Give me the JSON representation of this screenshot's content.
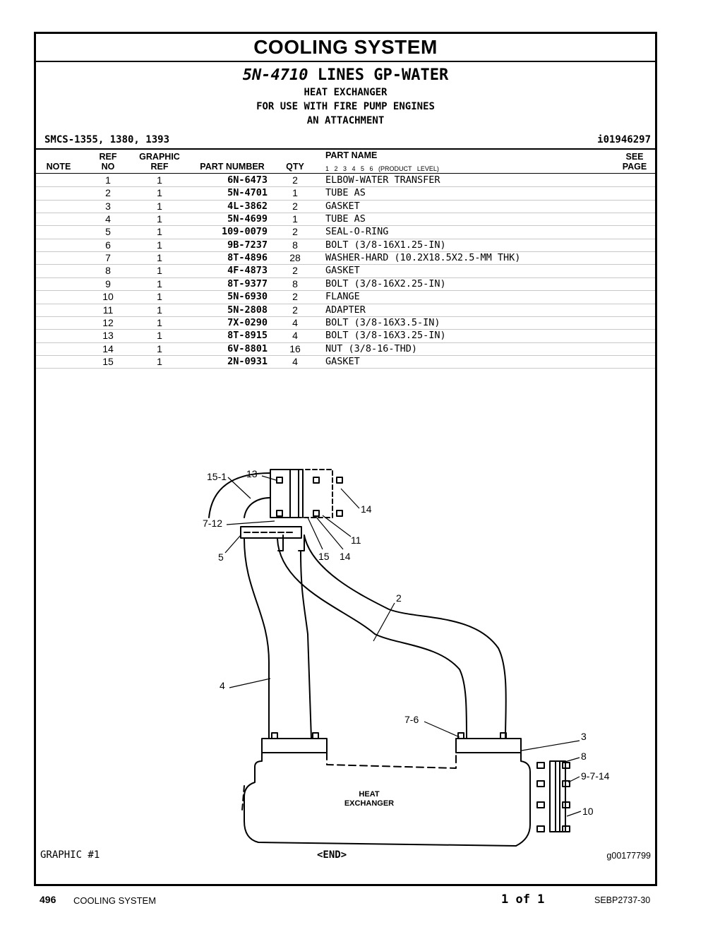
{
  "header": {
    "section_title": "COOLING SYSTEM",
    "group_part_number": "5N-4710",
    "group_name": "LINES GP-WATER",
    "subtitle_1": "HEAT EXCHANGER",
    "subtitle_2": "FOR USE WITH FIRE PUMP ENGINES",
    "subtitle_3": "AN ATTACHMENT",
    "smcs": "SMCS-1355, 1380, 1393",
    "info_id": "i01946297"
  },
  "table": {
    "columns": {
      "note": "NOTE",
      "ref_top": "REF",
      "ref_bottom": "NO",
      "graphic_top": "GRAPHIC",
      "graphic_bottom": "REF",
      "part_number": "PART NUMBER",
      "qty": "QTY",
      "part_name": "PART NAME",
      "product_level": "1 2 3 4 5 6 (PRODUCT LEVEL)",
      "see_top": "SEE",
      "see_bottom": "PAGE"
    },
    "rows": [
      {
        "ref": "1",
        "graphic": "1",
        "part_number": "6N-6473",
        "qty": "2",
        "name": "ELBOW-WATER TRANSFER"
      },
      {
        "ref": "2",
        "graphic": "1",
        "part_number": "5N-4701",
        "qty": "1",
        "name": "TUBE AS"
      },
      {
        "ref": "3",
        "graphic": "1",
        "part_number": "4L-3862",
        "qty": "2",
        "name": "GASKET"
      },
      {
        "ref": "4",
        "graphic": "1",
        "part_number": "5N-4699",
        "qty": "1",
        "name": "TUBE AS"
      },
      {
        "ref": "5",
        "graphic": "1",
        "part_number": "109-0079",
        "qty": "2",
        "name": "SEAL-O-RING"
      },
      {
        "ref": "6",
        "graphic": "1",
        "part_number": "9B-7237",
        "qty": "8",
        "name": "BOLT (3/8-16X1.25-IN)"
      },
      {
        "ref": "7",
        "graphic": "1",
        "part_number": "8T-4896",
        "qty": "28",
        "name": "WASHER-HARD (10.2X18.5X2.5-MM THK)"
      },
      {
        "ref": "8",
        "graphic": "1",
        "part_number": "4F-4873",
        "qty": "2",
        "name": "GASKET"
      },
      {
        "ref": "9",
        "graphic": "1",
        "part_number": "8T-9377",
        "qty": "8",
        "name": "BOLT (3/8-16X2.25-IN)"
      },
      {
        "ref": "10",
        "graphic": "1",
        "part_number": "5N-6930",
        "qty": "2",
        "name": "FLANGE"
      },
      {
        "ref": "11",
        "graphic": "1",
        "part_number": "5N-2808",
        "qty": "2",
        "name": "ADAPTER"
      },
      {
        "ref": "12",
        "graphic": "1",
        "part_number": "7X-0290",
        "qty": "4",
        "name": "BOLT (3/8-16X3.5-IN)"
      },
      {
        "ref": "13",
        "graphic": "1",
        "part_number": "8T-8915",
        "qty": "4",
        "name": "BOLT (3/8-16X3.25-IN)"
      },
      {
        "ref": "14",
        "graphic": "1",
        "part_number": "6V-8801",
        "qty": "16",
        "name": "NUT (3/8-16-THD)"
      },
      {
        "ref": "15",
        "graphic": "1",
        "part_number": "2N-0931",
        "qty": "4",
        "name": "GASKET"
      }
    ]
  },
  "illustration": {
    "component_label_1": "HEAT",
    "component_label_2": "EXCHANGER",
    "callouts": {
      "c15_1": "15-1",
      "c13": "13",
      "c14_top": "14",
      "c7_12": "7-12",
      "c11": "11",
      "c5": "5",
      "c15": "15",
      "c14": "14",
      "c2": "2",
      "c4": "4",
      "c7_6": "7-6",
      "c3": "3",
      "c8": "8",
      "c9_7_14": "9-7-14",
      "c10": "10"
    }
  },
  "graphic_footer": {
    "graphic_label": "GRAPHIC #1",
    "end_label": "<END>",
    "graphic_id": "g00177799"
  },
  "page_footer": {
    "page_number": "496",
    "section": "COOLING SYSTEM",
    "page_of": "1 of 1",
    "document_id": "SEBP2737-30"
  }
}
